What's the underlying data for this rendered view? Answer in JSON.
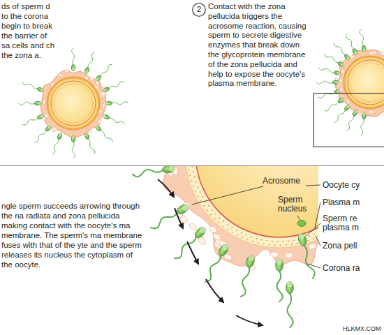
{
  "diagram": {
    "nodes": [
      {
        "text": [
          "2"
        ]
      },
      {
        "text": [
          "ngle sperm succeeds arrowing through the na radiata and zona pellucida making contact with the oocyte's ma membrane. The sperm's ma membrane fuses with that of the yte and the sperm releases its nucleus the cytoplasm of the oocyte."
        ]
      }
    ],
    "labels": [
      "ds of sperm d to the corona begin to break the barrier of sa cells and ch the zona a.",
      "Contact with the zona pellucida triggers the acrosome reaction, causing sperm to secrete digestive enzymes that break down the glycoprotein membrane of the zona pellucida and help to expose the oocyte's plasma membrane.",
      "Acrosome",
      "Sperm nucleus",
      "Oocyte cy",
      "Plasma m",
      "Sperm re plasma m",
      "Zona pell",
      "Corona ra",
      "HLKMX.COM"
    ]
  }
}
